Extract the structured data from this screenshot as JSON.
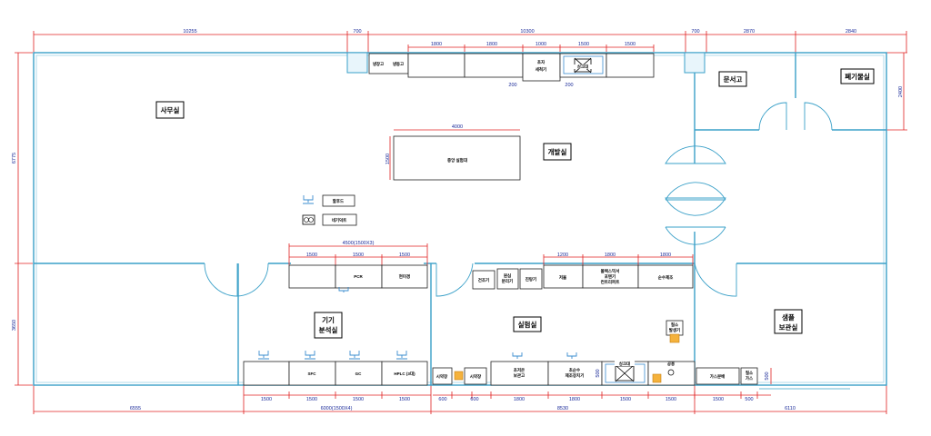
{
  "dims_top": [
    "10255",
    "700",
    "10300",
    "700",
    "2870",
    "2840"
  ],
  "dims_top_sub": [
    "1800",
    "1800",
    "1000",
    "1500",
    "1500"
  ],
  "dims_top_small": [
    "200",
    "200"
  ],
  "dims_left": [
    "6775",
    "3650"
  ],
  "dims_right": [
    "2400"
  ],
  "dims_bottom": [
    "6555",
    "6000(1500X4)",
    "8530",
    "6110"
  ],
  "dims_bottom_sub": [
    "1500",
    "1500",
    "1500",
    "1500",
    "600",
    "600",
    "1800",
    "1800",
    "1500",
    "1500",
    "1500",
    "500"
  ],
  "dims_mid": [
    "4500(1500X3)",
    "1500",
    "1500",
    "1500",
    "1200",
    "1800",
    "1800",
    "4000",
    "1500",
    "500",
    "500"
  ],
  "rooms": {
    "office": "사무실",
    "dev_lab": "개발실",
    "doc_storage": "문서고",
    "waste_room": "폐기물실",
    "instrument_room_1": "기기",
    "instrument_room_2": "분석실",
    "lab": "실험실",
    "sample_room_1": "샘플",
    "sample_room_2": "보관실"
  },
  "equipment": {
    "fridge": "냉장고",
    "freezer": "냉동고",
    "washer_1": "초자",
    "washer_2": "세척기",
    "sink_top": "싱크대",
    "central_table": "중앙 실험대",
    "hood": "할후드",
    "negative_duct": "네기덕트",
    "pcr": "PCR",
    "microscope": "현미경",
    "dryer": "건조기",
    "centrifuge_1": "원심",
    "centrifuge_2": "분리기",
    "distiller": "진탕기",
    "scale": "저울",
    "rotary_1": "볼텍스믹서",
    "rotary_2": "포텐기",
    "rotary_3": "컨트리퍼트",
    "pure_water": "순수제조",
    "sfc": "SFC",
    "gc": "GC",
    "hplc": "HPLC (3대)",
    "reagent_1": "시약장",
    "reagent_2": "시약장",
    "ultra_1": "초저온",
    "ultra_2": "보관고",
    "pure_1": "초순수",
    "pure_2": "제조장치기",
    "sink_bottom": "싱크대",
    "eyewash": "공용",
    "gas_cabinet": "가스분배",
    "gas_2_1": "질소",
    "gas_2_2": "가스",
    "nitrogen_1": "질소",
    "nitrogen_2": "발생기"
  }
}
